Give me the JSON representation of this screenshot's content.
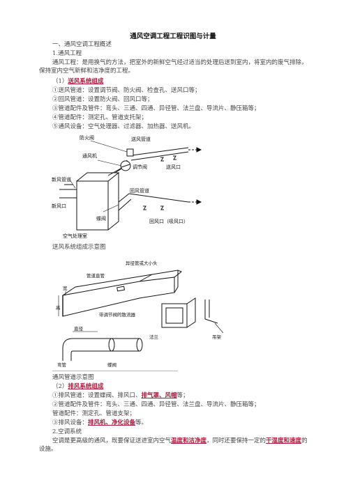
{
  "doc": {
    "title": "通风空调工程工程识图与计量",
    "s1": "一、通风空调工程概述",
    "s1_1": "1.通风工程",
    "intro": "通风工程：是用换气的方法，把室外的新鲜空气经过适当的处理后送到室内，将室内的废气排除，保持室内空气新鲜和洁净度的工程。",
    "supply_head_pre": "（1）",
    "supply_head_hl": "送风系统组成",
    "supply_items": [
      "①送风管道：设置调节阀、防火阀、检查孔、送风口等；",
      "②回风管道：设置防火阀、回风口等；",
      "③管道配件及管件：弯头、三通、四通、异径管、法兰盘、导流片、静压箱等；",
      "④管道配件：测定孔、管道支托架；",
      "⑤通风设备：空气处理器、过滤器、加热器、送风机。"
    ],
    "fig1_caption": "送风系统组成示意图",
    "fig2_caption": "通风管道示意图",
    "exhaust_head_pre": "（2）",
    "exhaust_head_hl": "排风系统组成",
    "ex1_pre": "①排风管道：设置蝶阀、排风口、",
    "ex1_hl": "排气罩、风帽",
    "ex1_post": "等；",
    "ex2": "②管道配件及管件：弯头、三通、四通、异径管、法兰盘、导流片、静压箱等；",
    "ex3": "管道配件：测定孔、管道支架；",
    "ex4_pre": "③排风设备：",
    "ex4_hl": "排风机、净化设备",
    "ex4_post": "等。",
    "s1_2": "2.空调系统",
    "ac_pre": "空调是更高级的通风，既要保证送进室内空气",
    "ac_hl1": "温度和洁净度",
    "ac_mid": "，同时还要保持一定的",
    "ac_hl2": "干湿度和速度",
    "ac_post": "的设施。"
  },
  "fig1": {
    "labels": {
      "fire_damper": "防火阀",
      "supply_duct": "送风管道",
      "fan": "通风机",
      "regulating_valve": "调节阀",
      "supply_outlet": "送风口",
      "fresh_air_duct": "新风管道",
      "fresh_air_inlet": "新风口",
      "return_duct": "回风管道",
      "butterfly_valve": "蝶阀",
      "return_outlet": "回风口（吸风口）",
      "ahu": "空气处理室"
    }
  },
  "fig2": {
    "labels": {
      "reducer": "异径管或大小头",
      "straight_pipe": "管道直管",
      "width": "宽",
      "height": "高",
      "flow_guide": "带调节阀的散流器",
      "diameter": "直径",
      "flange": "法兰",
      "hanger": "吊架",
      "elbow": "弯管",
      "butterfly": "蝶阀"
    }
  }
}
